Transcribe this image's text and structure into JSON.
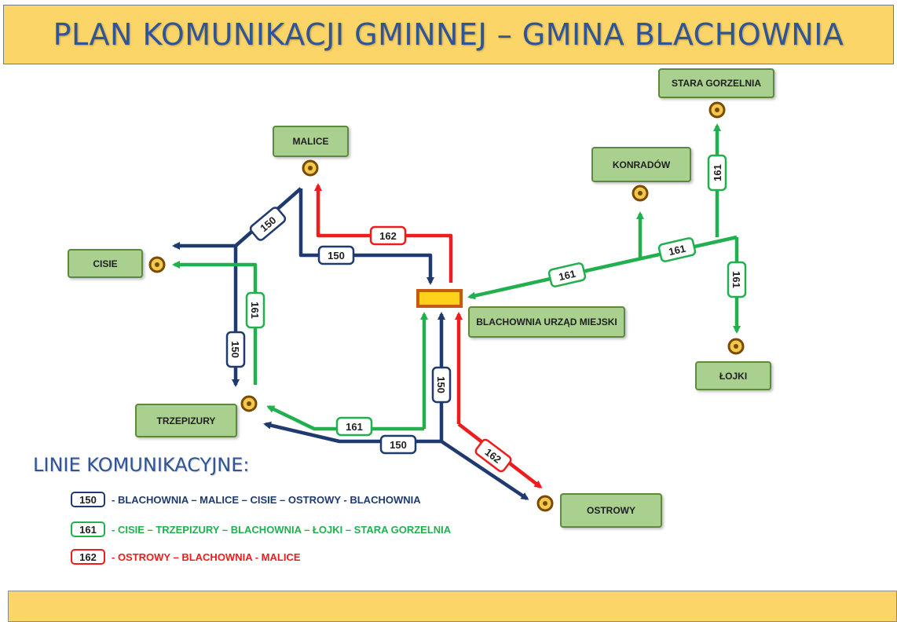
{
  "header": {
    "title": "PLAN KOMUNIKACJI GMINNEJ – GMINA BLACHOWNIA"
  },
  "stops": {
    "stara_gorzelnia": "STARA GORZELNIA",
    "konradow": "KONRADÓW",
    "malice": "MALICE",
    "cisie": "CISIE",
    "blachownia": "BLACHOWNIA URZĄD MIEJSKI",
    "lojki": "ŁOJKI",
    "trzepizury": "TRZEPIZURY",
    "ostrowy": "OSTROWY"
  },
  "lines": {
    "l150": {
      "number": "150",
      "color": "#1f3a6e"
    },
    "l161": {
      "number": "161",
      "color": "#22b04f"
    },
    "l162": {
      "number": "162",
      "color": "#ee1c1c"
    }
  },
  "legend": {
    "title": "LINIE KOMUNIKACYJNE:",
    "items": [
      {
        "number": "150",
        "text": "- BLACHOWNIA – MALICE – CISIE – OSTROWY - BLACHOWNIA",
        "color": "#1f3a6e"
      },
      {
        "number": "161",
        "text": "- CISIE – TRZEPIZURY – BLACHOWNIA – ŁOJKI – STARA GORZELNIA",
        "color": "#22b04f"
      },
      {
        "number": "162",
        "text": "- OSTROWY – BLACHOWNIA - MALICE",
        "color": "#ee1c1c"
      }
    ]
  }
}
